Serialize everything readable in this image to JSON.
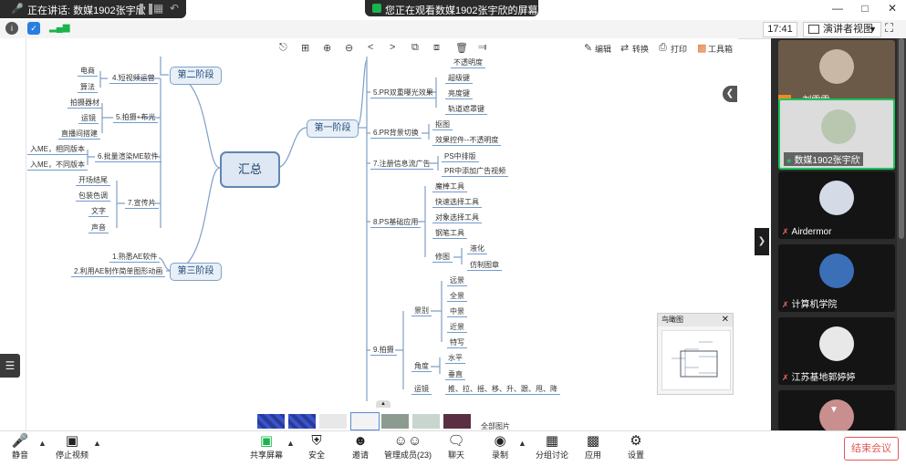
{
  "top": {
    "speaking_text": "正在讲话: 数媒1902张宇欣",
    "share_status": "您正在观看数媒1902张宇欣的屏幕"
  },
  "row2": {
    "time": "17:41",
    "view_label": "演讲者视图"
  },
  "mindmap_toolbar": {
    "edit": "编辑",
    "convert": "转换",
    "print": "打印",
    "toolbox": "工具箱"
  },
  "mindmap": {
    "root": "汇总",
    "stage1": "第一阶段",
    "stage2": "第二阶段",
    "stage3": "第三阶段",
    "stage2_items": {
      "item4": "4.短视频运营",
      "item4_sub_a": "电商",
      "item4_sub_b": "算法",
      "item5": "5.拍摄+布光",
      "item5_sub_a": "拍摄器材",
      "item5_sub_b": "运镜",
      "item5_sub_c": "直播间搭建",
      "item6": "6.批量渲染ME软件",
      "item6_sub_a": "入ME，相同版本",
      "item6_sub_b": "入ME，不同版本",
      "item7": "7.宣传片",
      "item7_sub_a": "开场结尾",
      "item7_sub_b": "包装色调",
      "item7_sub_c": "文字",
      "item7_sub_d": "声音"
    },
    "stage3_items": {
      "item1": "1.熟悉AE软件",
      "item2": "2.利用AE制作简单图形动画"
    },
    "stage1_items": {
      "top_sub": "不透明度",
      "item5": "5.PR双重曝光效果",
      "item5_sub_a": "超级键",
      "item5_sub_b": "亮度键",
      "item5_sub_c": "轨道遮罩键",
      "item6": "6.PR背景切换",
      "item6_sub_a": "抠图",
      "item6_sub_b": "效果控件--不透明度",
      "item7": "7.注册信息流广告",
      "item7_sub_a": "PS中排版",
      "item7_sub_b": "PR中添加广告视频",
      "item8": "8.PS基础应用",
      "item8_sub_a": "魔棒工具",
      "item8_sub_b": "快速选择工具",
      "item8_sub_c": "对象选择工具",
      "item8_sub_d": "钢笔工具",
      "item8_sub_e": "修图",
      "item8_sub_e1": "液化",
      "item8_sub_e2": "仿制图章",
      "item9": "9.拍摄",
      "shot": "景别",
      "shot_a": "远景",
      "shot_b": "全景",
      "shot_c": "中景",
      "shot_d": "近景",
      "shot_e": "特写",
      "angle": "角度",
      "angle_a": "水平",
      "angle_b": "垂直",
      "move": "运镜",
      "move_a": "推、拉、摇、移、升、跟、甩、降"
    }
  },
  "birdview": {
    "title": "鸟瞰图"
  },
  "thumbs": {
    "all_label": "全部图片"
  },
  "participants": [
    {
      "name": "刘雯雯",
      "mic": "on",
      "avatar_color": "#c9b8a6"
    },
    {
      "name": "数媒1902张宇欣",
      "mic": "on",
      "avatar_color": "#b9c7b0"
    },
    {
      "name": "Airdermor",
      "mic": "muted",
      "avatar_color": "#d5dbe6"
    },
    {
      "name": "计算机学院",
      "mic": "muted",
      "avatar_color": "#3b6fb8"
    },
    {
      "name": "江苏基地郭婷婷",
      "mic": "muted",
      "avatar_color": "#e8e8e8"
    }
  ],
  "bottombar": {
    "mute": "静音",
    "stop_video": "停止视频",
    "share": "共享屏幕",
    "security": "安全",
    "invite": "邀请",
    "manage": "管理成员(23)",
    "chat": "聊天",
    "record": "录制",
    "breakout": "分组讨论",
    "apps": "应用",
    "settings": "设置",
    "end": "结束会议"
  }
}
